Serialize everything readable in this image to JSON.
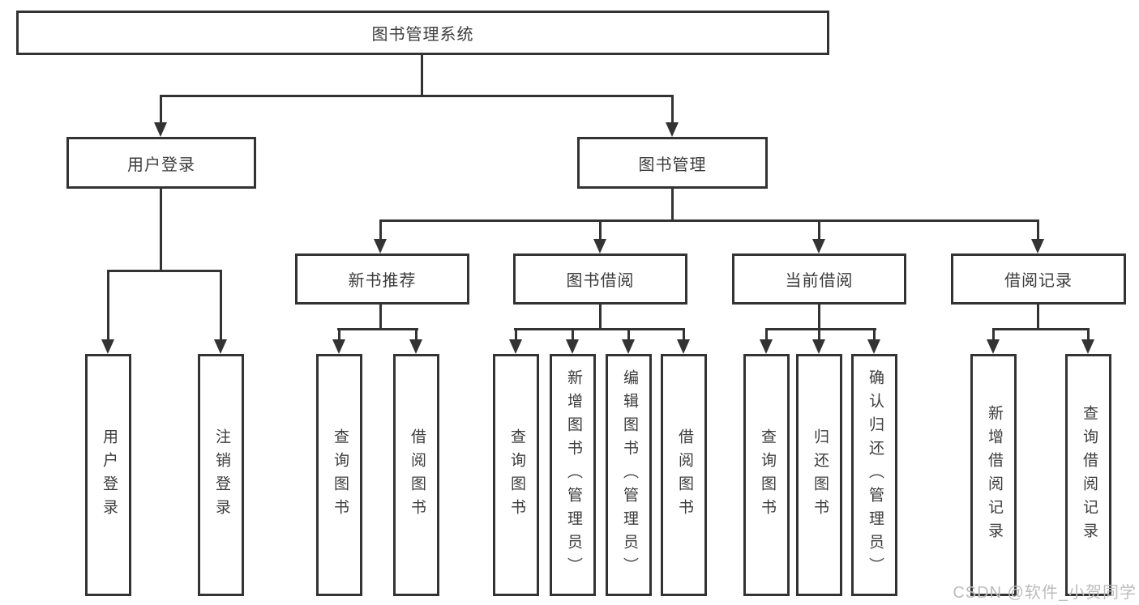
{
  "diagram": {
    "root": {
      "label": "图书管理系统"
    },
    "branches": [
      {
        "label": "用户登录",
        "children": [
          {
            "label": "用户登录"
          },
          {
            "label": "注销登录"
          }
        ]
      },
      {
        "label": "图书管理",
        "children": [
          {
            "label": "新书推荐",
            "children": [
              {
                "label": "查询图书"
              },
              {
                "label": "借阅图书"
              }
            ]
          },
          {
            "label": "图书借阅",
            "children": [
              {
                "label": "查询图书"
              },
              {
                "label": "新增图书（管理员）"
              },
              {
                "label": "编辑图书（管理员）"
              },
              {
                "label": "借阅图书"
              }
            ]
          },
          {
            "label": "当前借阅",
            "children": [
              {
                "label": "查询图书"
              },
              {
                "label": "归还图书"
              },
              {
                "label": "确认归还（管理员）"
              }
            ]
          },
          {
            "label": "借阅记录",
            "children": [
              {
                "label": "新增借阅记录"
              },
              {
                "label": "查询借阅记录"
              }
            ]
          }
        ]
      }
    ]
  },
  "watermark": {
    "text": "CSDN @软件_小贺同学"
  },
  "colors": {
    "line": "#333333",
    "box_fill": "#ffffff",
    "text": "#3c3c3c",
    "watermark": "#bcbcbc",
    "background": "#ffffff"
  }
}
